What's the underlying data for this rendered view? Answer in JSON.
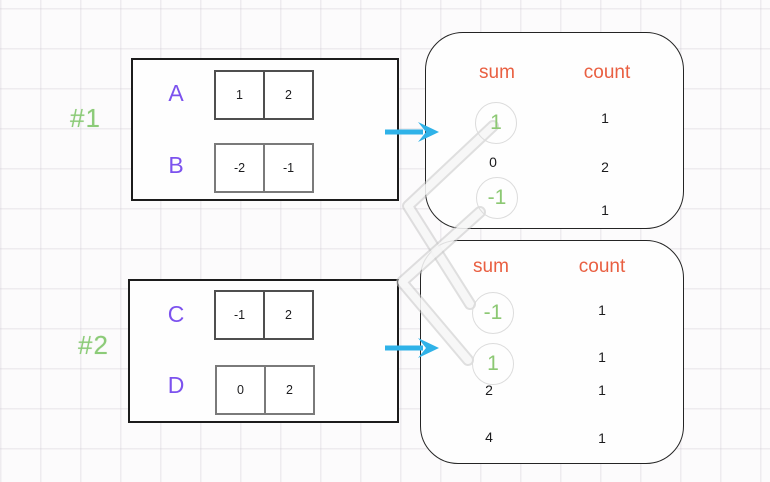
{
  "examples": [
    {
      "id": "#1",
      "arrays": [
        {
          "name": "A",
          "cells": [
            "1",
            "2"
          ]
        },
        {
          "name": "B",
          "cells": [
            "-2",
            "-1"
          ]
        }
      ],
      "result": {
        "sum_header": "sum",
        "count_header": "count",
        "rows": [
          {
            "sum": "1",
            "count": "1",
            "highlighted": true
          },
          {
            "sum": "0",
            "count": "2",
            "highlighted": false
          },
          {
            "sum": "-1",
            "count": "1",
            "highlighted": true
          }
        ]
      }
    },
    {
      "id": "#2",
      "arrays": [
        {
          "name": "C",
          "cells": [
            "-1",
            "2"
          ]
        },
        {
          "name": "D",
          "cells": [
            "0",
            "2"
          ]
        }
      ],
      "result": {
        "sum_header": "sum",
        "count_header": "count",
        "rows": [
          {
            "sum": "-1",
            "count": "1",
            "highlighted": true
          },
          {
            "sum": "1",
            "count": "1",
            "highlighted": true
          },
          {
            "sum": "2",
            "count": "1",
            "highlighted": false
          },
          {
            "sum": "4",
            "count": "1",
            "highlighted": false
          }
        ]
      }
    }
  ],
  "connections": [
    {
      "from": "example-1-sum-1",
      "to": "example-2-sum--1"
    },
    {
      "from": "example-1-sum--1",
      "to": "example-2-sum-1"
    }
  ],
  "colors": {
    "array_label": "#7c52ee",
    "example_label": "#8ccb78",
    "result_header": "#e95f41",
    "highlight_value": "#8cc873",
    "arrow": "#2fb2e8",
    "connector": "#c8c8c8"
  }
}
